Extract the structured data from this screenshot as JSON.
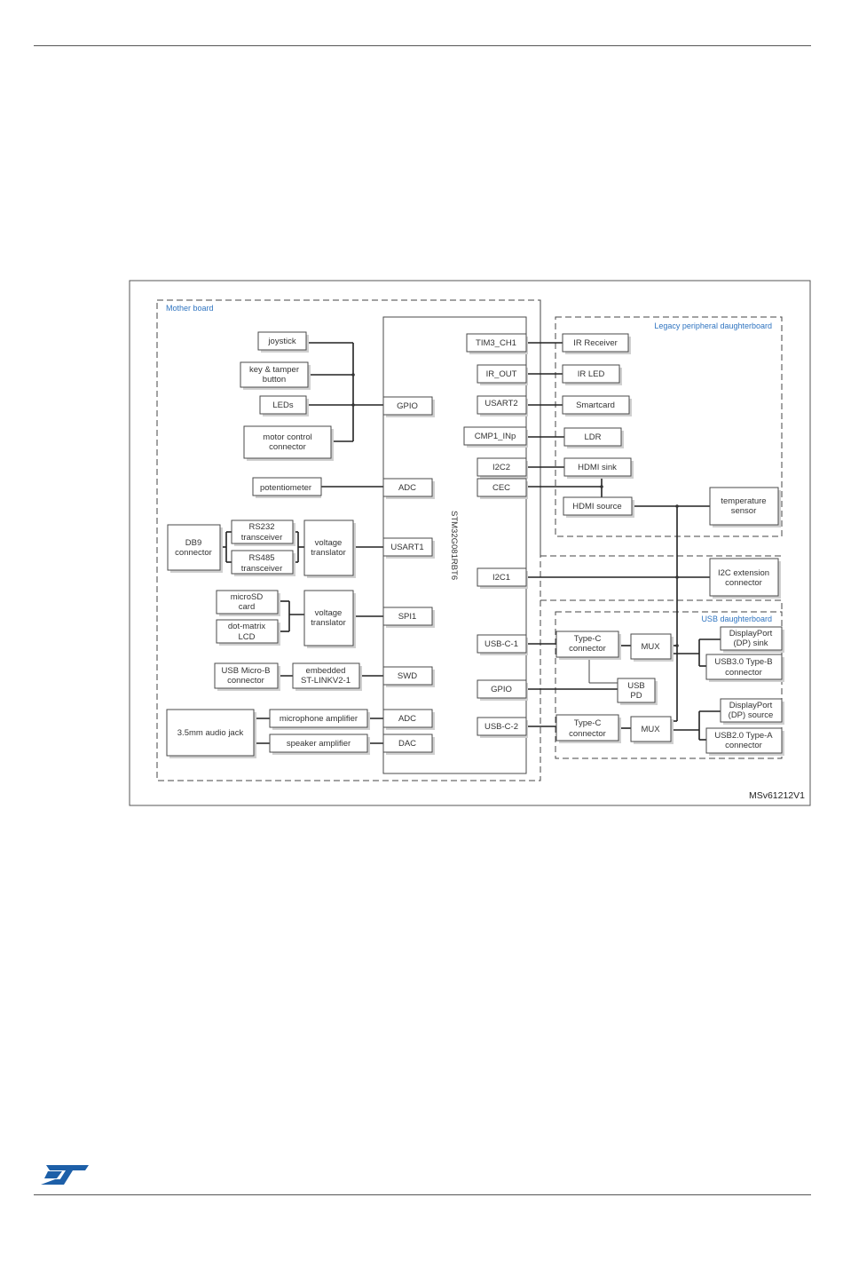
{
  "diagram": {
    "figure_id": "MSv61212V1",
    "mcu": "STM32G081RBT6",
    "regions": {
      "mother_board": "Mother board",
      "legacy": "Legacy peripheral daughterboard",
      "usb": "USB daughterboard"
    },
    "peripherals": {
      "joystick": "joystick",
      "key_tamper": [
        "key & tamper",
        "button"
      ],
      "leds": "LEDs",
      "motor": [
        "motor control",
        "connector"
      ],
      "potentiometer": "potentiometer",
      "db9": [
        "DB9",
        "connector"
      ],
      "rs232": [
        "RS232",
        "transceiver"
      ],
      "rs485": [
        "RS485",
        "transceiver"
      ],
      "vt1": [
        "voltage",
        "translator"
      ],
      "microsd": [
        "microSD",
        "card"
      ],
      "dotlcd": [
        "dot-matrix",
        "LCD"
      ],
      "vt2": [
        "voltage",
        "translator"
      ],
      "usbmicro": [
        "USB Micro-B",
        "connector"
      ],
      "stlink": [
        "embedded",
        "ST-LINKV2-1"
      ],
      "audiojack": "3.5mm audio jack",
      "micamp": "microphone amplifier",
      "spkamp": "speaker amplifier"
    },
    "left_pins": {
      "gpio": "GPIO",
      "adc1": "ADC",
      "usart1": "USART1",
      "spi1": "SPI1",
      "swd": "SWD",
      "adc2": "ADC",
      "dac": "DAC"
    },
    "right_pins": {
      "tim3": "TIM3_CH1",
      "irout": "IR_OUT",
      "usart2": "USART2",
      "cmp1": "CMP1_INp",
      "i2c2": "I2C2",
      "cec": "CEC",
      "i2c1": "I2C1",
      "usbc1": "USB-C-1",
      "gpio": "GPIO",
      "usbc2": "USB-C-2"
    },
    "legacy_blocks": {
      "irrx": "IR Receiver",
      "irled": "IR LED",
      "smartcard": "Smartcard",
      "ldr": "LDR",
      "hdmisink": "HDMI sink",
      "hdmisrc": "HDMI source",
      "temp": [
        "temperature",
        "sensor"
      ]
    },
    "i2c_ext": [
      "I2C extension",
      "connector"
    ],
    "usb_blocks": {
      "typec1": [
        "Type-C",
        "connector"
      ],
      "mux1": "MUX",
      "dpsink": [
        "DisplayPort",
        "(DP) sink"
      ],
      "usb3b": [
        "USB3.0 Type-B",
        "connector"
      ],
      "usbpd": [
        "USB",
        "PD"
      ],
      "typec2": [
        "Type-C",
        "connector"
      ],
      "mux2": "MUX",
      "dpsrc": [
        "DisplayPort",
        "(DP) source"
      ],
      "usb2a": [
        "USB2.0 Type-A",
        "connector"
      ]
    }
  },
  "colors": {
    "st_blue": "#1d5fa8",
    "region_label": "#2f74c0"
  }
}
